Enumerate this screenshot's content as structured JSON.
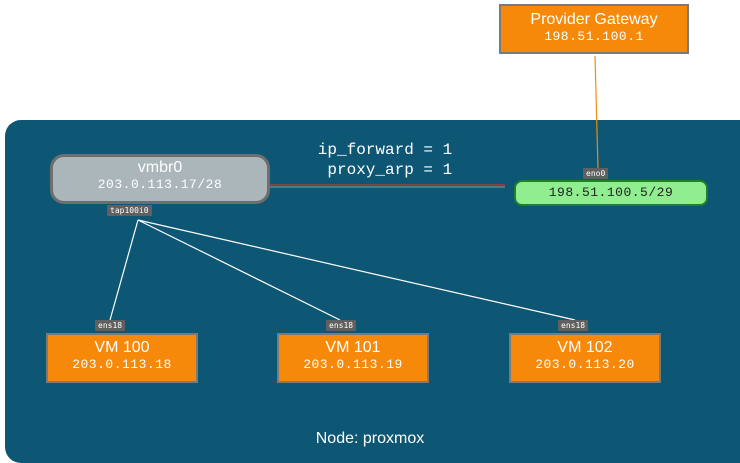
{
  "node": {
    "label": "Node: proxmox"
  },
  "gateway": {
    "title": "Provider Gateway",
    "ip": "198.51.100.1"
  },
  "bridge": {
    "title": "vmbr0",
    "ip": "203.0.113.17/28",
    "port": "tap100i0"
  },
  "uplink": {
    "port": "eno0",
    "ip": "198.51.100.5/29"
  },
  "sysctl": {
    "line1": "ip_forward = 1",
    "line2": " proxy_arp = 1"
  },
  "vms": [
    {
      "title": "VM 100",
      "ip": "203.0.113.18",
      "port": "ens18"
    },
    {
      "title": "VM 101",
      "ip": "203.0.113.19",
      "port": "ens18"
    },
    {
      "title": "VM 102",
      "ip": "203.0.113.20",
      "port": "ens18"
    }
  ],
  "colors": {
    "node_bg": "#0d5674",
    "vm_fill": "#f7890a",
    "bridge_fill": "#aab6b9",
    "uplink_fill": "#90ee90",
    "gateway_link": "#f7890a",
    "bridge_link": "#c0392b",
    "vm_links": "#ffffff"
  }
}
